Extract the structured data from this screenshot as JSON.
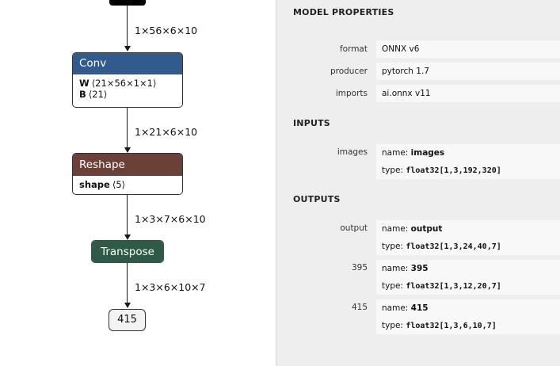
{
  "graph": {
    "edges": [
      {
        "shape": "1×56×6×10"
      },
      {
        "shape": "1×21×6×10"
      },
      {
        "shape": "1×3×7×6×10"
      },
      {
        "shape": "1×3×6×10×7"
      }
    ],
    "nodes": {
      "conv": {
        "title": "Conv",
        "color": "#335a8c",
        "attrs": [
          {
            "name": "W",
            "value": "⟨21×56×1×1⟩"
          },
          {
            "name": "B",
            "value": "⟨21⟩"
          }
        ]
      },
      "reshape": {
        "title": "Reshape",
        "color": "#6b4038",
        "attrs": [
          {
            "name": "shape",
            "value": "⟨5⟩"
          }
        ]
      },
      "transpose": {
        "title": "Transpose",
        "color": "#2e5a47"
      },
      "output": {
        "title": "415"
      }
    }
  },
  "panel": {
    "model_properties_title": "MODEL PROPERTIES",
    "model_properties": [
      {
        "key": "format",
        "value": "ONNX v6"
      },
      {
        "key": "producer",
        "value": "pytorch 1.7"
      },
      {
        "key": "imports",
        "value": "ai.onnx v11"
      }
    ],
    "inputs_title": "INPUTS",
    "inputs": [
      {
        "key": "images",
        "name_label": "name: ",
        "name": "images",
        "type_label": "type: ",
        "type": "float32[1,3,192,320]"
      }
    ],
    "outputs_title": "OUTPUTS",
    "outputs": [
      {
        "key": "output",
        "name_label": "name: ",
        "name": "output",
        "type_label": "type: ",
        "type": "float32[1,3,24,40,7]"
      },
      {
        "key": "395",
        "name_label": "name: ",
        "name": "395",
        "type_label": "type: ",
        "type": "float32[1,3,12,20,7]"
      },
      {
        "key": "415",
        "name_label": "name: ",
        "name": "415",
        "type_label": "type: ",
        "type": "float32[1,3,6,10,7]"
      }
    ]
  }
}
